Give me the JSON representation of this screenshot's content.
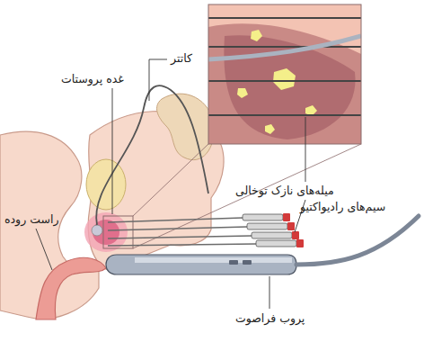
{
  "diagram": {
    "labels": [
      "کاتتر",
      "غده پروستات",
      "میله‌های نازک توخالی",
      "سیم‌های رادیواکتیو",
      "راست روده",
      "پروب فراصوت"
    ]
  }
}
